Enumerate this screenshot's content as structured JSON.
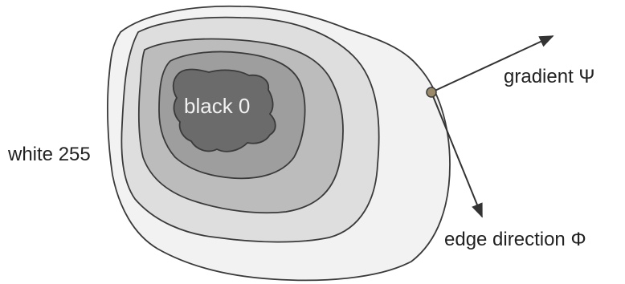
{
  "diagram": {
    "labels": {
      "white": "white 255",
      "black": "black 0",
      "gradient": "gradient Ψ",
      "edge_direction": "edge direction Φ"
    },
    "colors": {
      "level_1": "#f2f2f2",
      "level_2": "#dedede",
      "level_3": "#bcbcbc",
      "level_4": "#9e9e9e",
      "level_5": "#6b6b6b",
      "outline": "#3a3a3a",
      "point": "#9a8a6a"
    }
  }
}
